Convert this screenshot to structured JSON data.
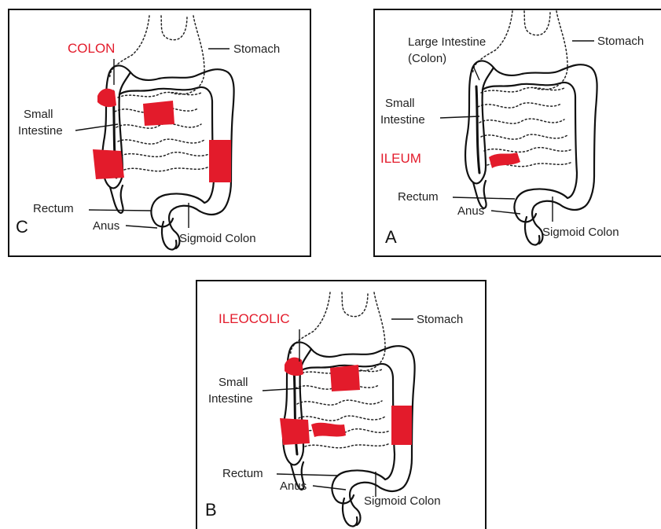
{
  "colors": {
    "highlight": "#e31b2b",
    "outline": "#111111"
  },
  "panels": {
    "C": {
      "letter": "C",
      "title": "COLON",
      "labels": {
        "stomach": "Stomach",
        "small_intestine_1": "Small",
        "small_intestine_2": "Intestine",
        "rectum": "Rectum",
        "anus": "Anus",
        "sigmoid": "Sigmoid Colon"
      }
    },
    "A": {
      "letter": "A",
      "title": "ILEUM",
      "labels": {
        "large_intestine_1": "Large Intestine",
        "large_intestine_2": "(Colon)",
        "stomach": "Stomach",
        "small_intestine_1": "Small",
        "small_intestine_2": "Intestine",
        "rectum": "Rectum",
        "anus": "Anus",
        "sigmoid": "Sigmoid Colon"
      }
    },
    "B": {
      "letter": "B",
      "title": "ILEOCOLIC",
      "labels": {
        "stomach": "Stomach",
        "small_intestine_1": "Small",
        "small_intestine_2": "Intestine",
        "rectum": "Rectum",
        "anus": "Anus",
        "sigmoid": "Sigmoid Colon"
      }
    }
  }
}
